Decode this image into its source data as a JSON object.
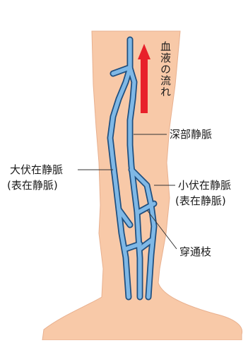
{
  "diagram": {
    "flow_label": "血液の流れ",
    "labels": {
      "deep_vein": "深部静脈",
      "great_saphenous": "大伏在静脈",
      "great_saphenous_sub": "(表在静脈)",
      "small_saphenous": "小伏在静脈",
      "small_saphenous_sub": "(表在静脈)",
      "perforator": "穿通枝"
    },
    "colors": {
      "skin": "#f8c9a8",
      "vein_fill": "#7fb8e6",
      "vein_outline": "#1f4f7f",
      "arrow": "#e8202a",
      "leader": "#333333"
    }
  }
}
